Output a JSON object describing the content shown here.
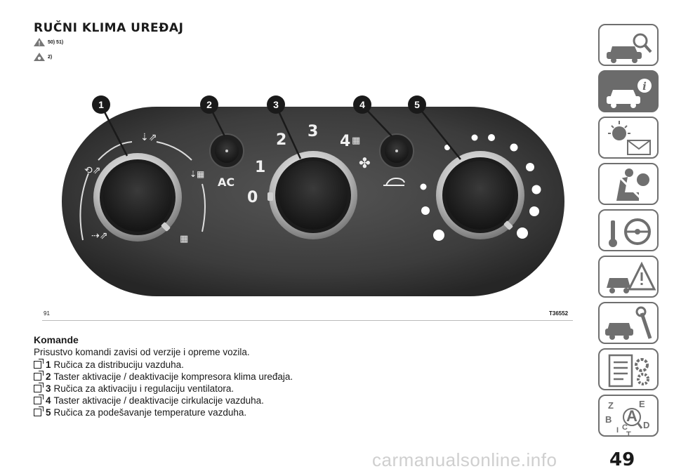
{
  "header": {
    "title": "RUČNI KLIMA UREĐAJ",
    "warning_refs": "50) 51)",
    "note_refs": "2)"
  },
  "figure": {
    "callouts": [
      "1",
      "2",
      "3",
      "4",
      "5"
    ],
    "fan_speeds": [
      "0",
      "1",
      "2",
      "3",
      "4"
    ],
    "ac_label": "AC",
    "caption_left": "91",
    "caption_right": "T36552"
  },
  "content": {
    "section_title": "Komande",
    "intro": "Prisustvo komandi zavisi od verzije i opreme vozila.",
    "items": [
      {
        "num": "1",
        "text": "Ručica za distribuciju vazduha."
      },
      {
        "num": "2",
        "text": "Taster aktivacije / deaktivacije kompresora klima uređaja."
      },
      {
        "num": "3",
        "text": "Ručica za aktivaciju i regulaciju ventilatora."
      },
      {
        "num": "4",
        "text": "Taster aktivacije / deaktivacije cirkulacije vazduha."
      },
      {
        "num": "5",
        "text": "Ručica za podešavanje temperature vazduha."
      }
    ]
  },
  "sidebar": {
    "tabs": [
      {
        "icon": "car-search-icon",
        "active": false
      },
      {
        "icon": "car-info-icon",
        "active": true
      },
      {
        "icon": "warning-light-mail-icon",
        "active": false
      },
      {
        "icon": "seat-airbag-icon",
        "active": false
      },
      {
        "icon": "steering-key-icon",
        "active": false
      },
      {
        "icon": "car-warning-triangle-icon",
        "active": false
      },
      {
        "icon": "car-wrench-icon",
        "active": false
      },
      {
        "icon": "document-gear-icon",
        "active": false
      },
      {
        "icon": "alphabet-index-icon",
        "active": false
      }
    ]
  },
  "footer": {
    "page_number": "49",
    "watermark": "carmanualsonline.info"
  },
  "colors": {
    "panel": "#4a4a4a",
    "panel_dark": "#2b2b2b",
    "callout": "#1a1a1a",
    "sidebar_active": "#6b6b6b"
  }
}
